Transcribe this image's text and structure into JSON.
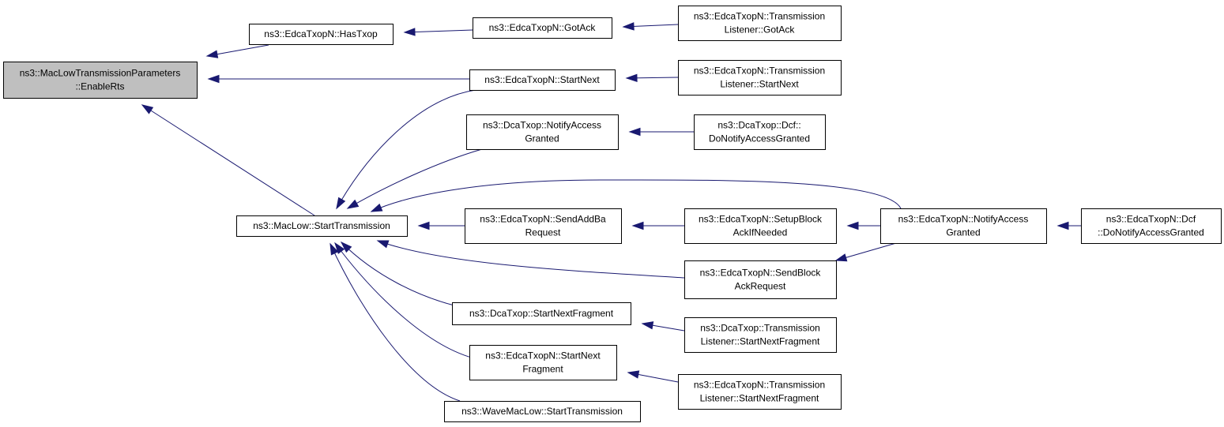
{
  "diagram": {
    "nodes": [
      {
        "id": "root",
        "lines": [
          "ns3::MacLowTransmissionParameters",
          "::EnableRts"
        ],
        "highlighted": true
      },
      {
        "id": "hastxop",
        "lines": [
          "ns3::EdcaTxopN::HasTxop"
        ]
      },
      {
        "id": "gotack",
        "lines": [
          "ns3::EdcaTxopN::GotAck"
        ]
      },
      {
        "id": "tl_gotack",
        "lines": [
          "ns3::EdcaTxopN::Transmission",
          "Listener::GotAck"
        ]
      },
      {
        "id": "startnext",
        "lines": [
          "ns3::EdcaTxopN::StartNext"
        ]
      },
      {
        "id": "tl_startnext",
        "lines": [
          "ns3::EdcaTxopN::Transmission",
          "Listener::StartNext"
        ]
      },
      {
        "id": "dca_notify",
        "lines": [
          "ns3::DcaTxop::NotifyAccess",
          "Granted"
        ]
      },
      {
        "id": "dca_dcf",
        "lines": [
          "ns3::DcaTxop::Dcf::",
          "DoNotifyAccessGranted"
        ]
      },
      {
        "id": "starttx",
        "lines": [
          "ns3::MacLow::StartTransmission"
        ]
      },
      {
        "id": "sendaddba",
        "lines": [
          "ns3::EdcaTxopN::SendAddBa",
          "Request"
        ]
      },
      {
        "id": "setupblock",
        "lines": [
          "ns3::EdcaTxopN::SetupBlock",
          "AckIfNeeded"
        ]
      },
      {
        "id": "edca_notify",
        "lines": [
          "ns3::EdcaTxopN::NotifyAccess",
          "Granted"
        ]
      },
      {
        "id": "edca_dcf",
        "lines": [
          "ns3::EdcaTxopN::Dcf",
          "::DoNotifyAccessGranted"
        ]
      },
      {
        "id": "sendblockack",
        "lines": [
          "ns3::EdcaTxopN::SendBlock",
          "AckRequest"
        ]
      },
      {
        "id": "dca_snf",
        "lines": [
          "ns3::DcaTxop::StartNextFragment"
        ]
      },
      {
        "id": "dca_tl_snf",
        "lines": [
          "ns3::DcaTxop::Transmission",
          "Listener::StartNextFragment"
        ]
      },
      {
        "id": "edca_snf",
        "lines": [
          "ns3::EdcaTxopN::StartNext",
          "Fragment"
        ]
      },
      {
        "id": "edca_tl_snf",
        "lines": [
          "ns3::EdcaTxopN::Transmission",
          "Listener::StartNextFragment"
        ]
      },
      {
        "id": "wave",
        "lines": [
          "ns3::WaveMacLow::StartTransmission"
        ]
      }
    ],
    "edges": [
      {
        "from": "hastxop",
        "to": "root"
      },
      {
        "from": "startnext",
        "to": "root"
      },
      {
        "from": "starttx",
        "to": "root"
      },
      {
        "from": "gotack",
        "to": "hastxop"
      },
      {
        "from": "tl_gotack",
        "to": "gotack"
      },
      {
        "from": "tl_startnext",
        "to": "startnext"
      },
      {
        "from": "dca_dcf",
        "to": "dca_notify"
      },
      {
        "from": "startnext",
        "to": "starttx"
      },
      {
        "from": "dca_notify",
        "to": "starttx"
      },
      {
        "from": "edca_notify",
        "to": "starttx"
      },
      {
        "from": "sendaddba",
        "to": "starttx"
      },
      {
        "from": "sendblockack",
        "to": "starttx"
      },
      {
        "from": "dca_snf",
        "to": "starttx"
      },
      {
        "from": "edca_snf",
        "to": "starttx"
      },
      {
        "from": "wave",
        "to": "starttx"
      },
      {
        "from": "setupblock",
        "to": "sendaddba"
      },
      {
        "from": "edca_notify",
        "to": "setupblock"
      },
      {
        "from": "edca_dcf",
        "to": "edca_notify"
      },
      {
        "from": "edca_notify",
        "to": "sendblockack"
      },
      {
        "from": "dca_tl_snf",
        "to": "dca_snf"
      },
      {
        "from": "edca_tl_snf",
        "to": "edca_snf"
      }
    ],
    "colors": {
      "highlight_fill": "#bfbfbf",
      "node_fill": "#ffffff",
      "edge": "#191970"
    }
  }
}
